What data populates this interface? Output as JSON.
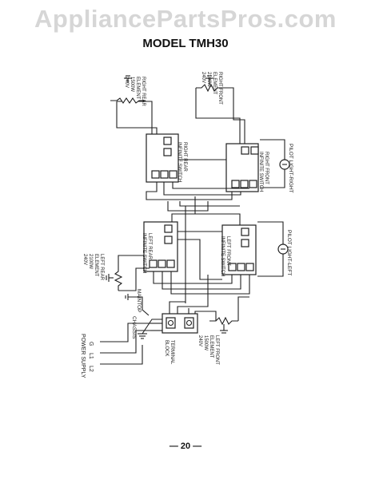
{
  "watermark": "AppliancePartsPros.com",
  "title": "MODEL TMH30",
  "page_number": "— 20 —",
  "power_supply": {
    "label": "POWER SUPPLY",
    "l2": "L2",
    "l1": "L1",
    "g": "G"
  },
  "terminal_block": {
    "label_line1": "TERMINAL",
    "label_line2": "BLOCK"
  },
  "chassis": "CHASSIS",
  "maintop": "MAINTOP",
  "elements": {
    "right_rear": [
      "RIGHT REAR",
      "ELEMENT",
      "1500W",
      "240V"
    ],
    "right_front": [
      "RIGHT FRONT",
      "ELEMENT",
      "2100W",
      "240V"
    ],
    "left_rear": [
      "LEFT REAR",
      "ELEMENT",
      "2100W",
      "240V"
    ],
    "left_front": [
      "LEFT FRONT",
      "ELEMENT",
      "1500W",
      "240V"
    ]
  },
  "switches": {
    "right_rear": [
      "RIGHT REAR",
      "INFINITE SWITCH"
    ],
    "right_front": [
      "RIGHT FRONT",
      "INFINITE SWITCH"
    ],
    "left_rear": [
      "LEFT REAR",
      "INFINITE SWITCH"
    ],
    "left_front": [
      "LEFT FRONT",
      "INFINITE SWITCH"
    ]
  },
  "pilot_lights": {
    "right": "PILOT LIGHT-RIGHT",
    "left": "PILOT LIGHT-LEFT"
  }
}
